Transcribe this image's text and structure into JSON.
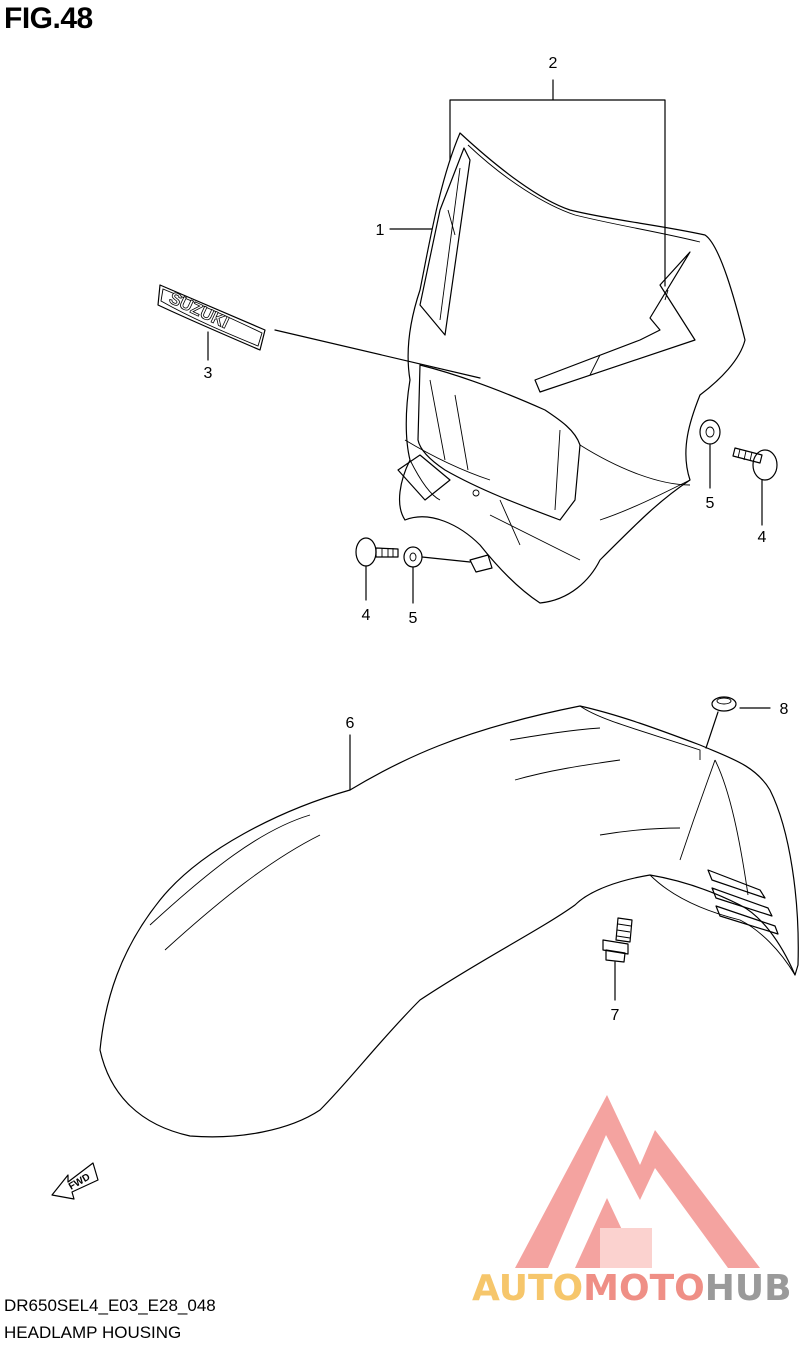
{
  "figure": {
    "title": "FIG.48",
    "model_code": "DR650SEL4_E03_E28_048",
    "caption": "HEADLAMP HOUSING",
    "decal_text": "SUZUKI",
    "fwd_text": "FWD"
  },
  "callouts": [
    "1",
    "2",
    "3",
    "4",
    "4",
    "5",
    "5",
    "6",
    "7",
    "8"
  ],
  "watermark": {
    "brand": "AUTOMOTOHUB",
    "colors": {
      "mark": "#f4a3a0",
      "auto": "#f6c66b",
      "moto": "#ef8f86",
      "hub": "#9a9a9a"
    }
  }
}
